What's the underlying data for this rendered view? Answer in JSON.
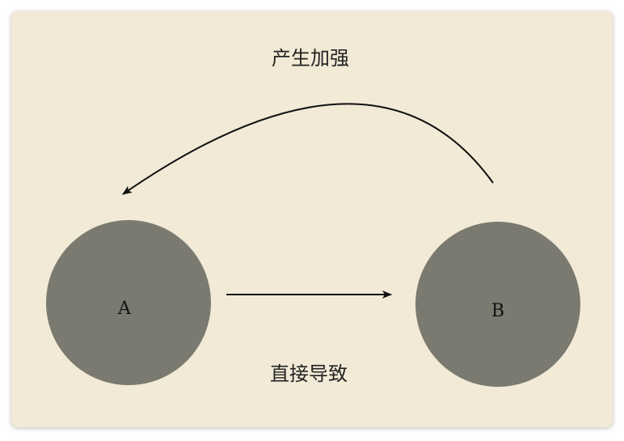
{
  "diagram": {
    "nodes": [
      {
        "id": "A",
        "label": "A"
      },
      {
        "id": "B",
        "label": "B"
      }
    ],
    "edges": [
      {
        "from": "B",
        "to": "A",
        "label": "产生加强"
      },
      {
        "from": "A",
        "to": "B",
        "label": "直接导致"
      }
    ],
    "colors": {
      "background": "#f2ead6",
      "node_fill": "#7a7a70",
      "line": "#111111"
    }
  }
}
